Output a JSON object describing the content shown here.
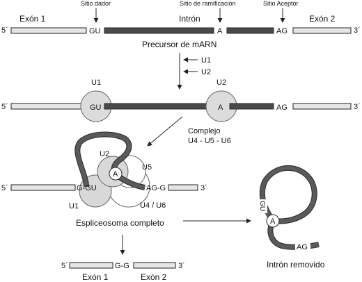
{
  "precursor": {
    "exon1": "Exón 1",
    "intron": "Intrón",
    "exon2": "Exón 2",
    "donor_site": "Sitio dador",
    "branch_site": "Sitio de ramificación",
    "acceptor_site": "Sitio Aceptor",
    "five_prime": "5´",
    "three_prime": "3´",
    "gu": "GU",
    "a": "A",
    "ag": "AG",
    "caption": "Precursor de mARN"
  },
  "step1": {
    "u1": "U1",
    "u2": "U2"
  },
  "complex": {
    "u1": "U1",
    "u2": "U2",
    "gu": "GU",
    "a": "A",
    "ag": "AG",
    "five_prime": "5´",
    "three_prime": "3´"
  },
  "step2": {
    "line1": "Complejo",
    "line2": "U4 - U5 - U6"
  },
  "spliceosome": {
    "five_prime": "5´",
    "three_prime": "3´",
    "u1": "U1",
    "u2": "U2",
    "u5": "U5",
    "u4u6": "U4 / U6",
    "a": "A",
    "g_gu": "G-GU",
    "ag_g": "AG-G",
    "caption": "Espliceosoma completo"
  },
  "lariat": {
    "gu": "GU",
    "a": "A",
    "ag": "AG",
    "caption": "Intrón removido"
  },
  "product": {
    "five_prime": "5´",
    "three_prime": "3´",
    "junction": "G-G",
    "exon1": "Exón 1",
    "exon2": "Exón 2"
  }
}
